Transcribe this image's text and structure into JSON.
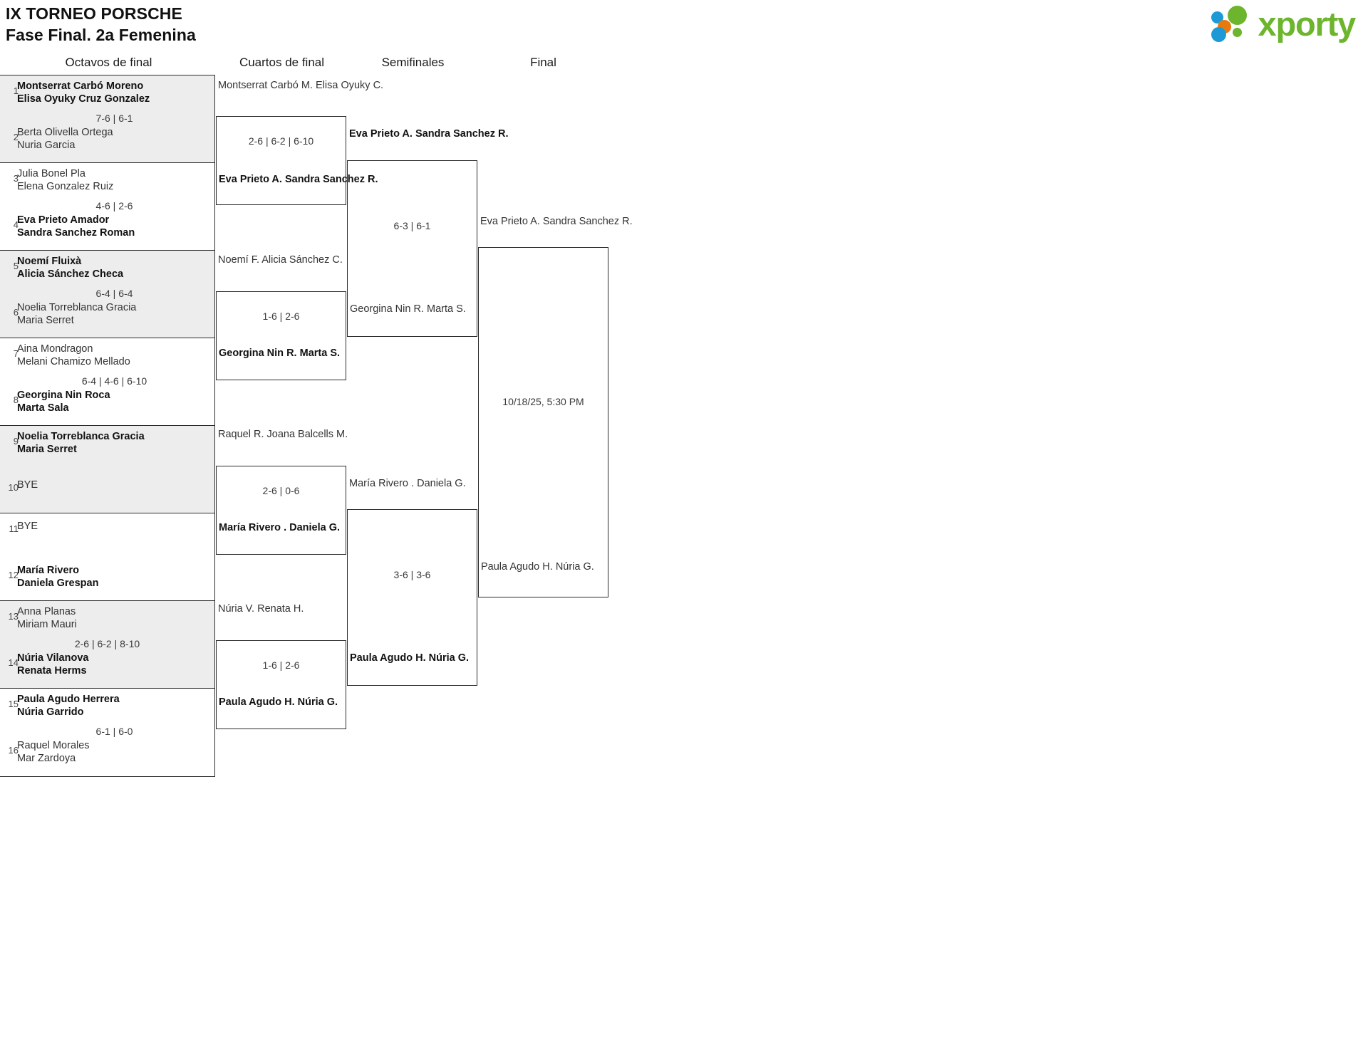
{
  "header": {
    "tournament": "IX TORNEO PORSCHE",
    "phase": "Fase Final. 2a Femenina",
    "logo_text": "xporty",
    "brand_green": "#6cb52d",
    "brand_blue": "#1d9ad6",
    "brand_orange": "#e8790d"
  },
  "rounds": [
    {
      "label": "Octavos de final"
    },
    {
      "label": "Cuartos de final"
    },
    {
      "label": "Semifinales"
    },
    {
      "label": "Final"
    }
  ],
  "round1": {
    "matches": [
      {
        "top": {
          "seed": "1",
          "line1": "Montserrat Carbó Moreno",
          "line2": "Elisa Oyuky Cruz Gonzalez",
          "winner": true
        },
        "bottom": {
          "seed": "2",
          "line1": "Berta Olivella Ortega",
          "line2": "Nuria Garcia",
          "winner": false
        },
        "score": "7-6 | 6-1"
      },
      {
        "top": {
          "seed": "3",
          "line1": "Julia Bonel Pla",
          "line2": "Elena Gonzalez Ruiz",
          "winner": false
        },
        "bottom": {
          "seed": "4",
          "line1": "Eva Prieto Amador",
          "line2": "Sandra Sanchez Roman",
          "winner": true
        },
        "score": "4-6 | 2-6"
      },
      {
        "top": {
          "seed": "5",
          "line1": "Noemí Fluixà",
          "line2": "Alicia Sánchez Checa",
          "winner": true
        },
        "bottom": {
          "seed": "6",
          "line1": "Noelia Torreblanca Gracia",
          "line2": "Maria Serret",
          "winner": false
        },
        "score": "6-4 | 6-4"
      },
      {
        "top": {
          "seed": "7",
          "line1": "Aina Mondragon",
          "line2": "Melani Chamizo Mellado",
          "winner": false
        },
        "bottom": {
          "seed": "8",
          "line1": "Georgina Nin Roca",
          "line2": "Marta Sala",
          "winner": true
        },
        "score": "6-4 | 4-6 | 6-10"
      },
      {
        "top": {
          "seed": "9",
          "line1": "Noelia Torreblanca Gracia",
          "line2": "Maria Serret",
          "winner": true
        },
        "bottom": {
          "seed": "10",
          "bye": "BYE",
          "winner": false
        },
        "score": ""
      },
      {
        "top": {
          "seed": "11",
          "bye": "BYE",
          "winner": false
        },
        "bottom": {
          "seed": "12",
          "line1": "María Rivero",
          "line2": "Daniela Grespan",
          "winner": true
        },
        "score": ""
      },
      {
        "top": {
          "seed": "13",
          "line1": "Anna Planas",
          "line2": "Miriam Mauri",
          "winner": false
        },
        "bottom": {
          "seed": "14",
          "line1": "Núria Vilanova",
          "line2": "Renata Herms",
          "winner": true
        },
        "score": "2-6 | 6-2 | 8-10"
      },
      {
        "top": {
          "seed": "15",
          "line1": "Paula Agudo Herrera",
          "line2": "Núria Garrido",
          "winner": true
        },
        "bottom": {
          "seed": "16",
          "line1": "Raquel Morales",
          "line2": "Mar Zardoya",
          "winner": false
        },
        "score": "6-1 | 6-0"
      }
    ]
  },
  "round2": {
    "matches": [
      {
        "top": {
          "line1": "Montserrat Carbó M.",
          "line2": "Elisa Oyuky C.",
          "winner": false
        },
        "bottom": {
          "line1": "Eva Prieto A.",
          "line2": "Sandra Sanchez R.",
          "winner": true
        },
        "score": "2-6 | 6-2 | 6-10"
      },
      {
        "top": {
          "line1": "Noemí F.",
          "line2": "Alicia Sánchez C.",
          "winner": false
        },
        "bottom": {
          "line1": "Georgina Nin R.",
          "line2": "Marta S.",
          "winner": true
        },
        "score": "1-6 | 2-6"
      },
      {
        "top": {
          "line1": "Raquel R.",
          "line2": "Joana Balcells M.",
          "winner": false
        },
        "bottom": {
          "line1": "María Rivero .",
          "line2": "Daniela G.",
          "winner": true
        },
        "score": "2-6 | 0-6"
      },
      {
        "top": {
          "line1": "Núria V.",
          "line2": "Renata H.",
          "winner": false
        },
        "bottom": {
          "line1": "Paula Agudo H.",
          "line2": "Núria G.",
          "winner": true
        },
        "score": "1-6 | 2-6"
      }
    ]
  },
  "round3": {
    "matches": [
      {
        "top": {
          "line1": "Eva Prieto A.",
          "line2": "Sandra Sanchez R.",
          "winner": true
        },
        "bottom": {
          "line1": "Georgina Nin R.",
          "line2": "Marta S.",
          "winner": false
        },
        "score": "6-3 | 6-1"
      },
      {
        "top": {
          "line1": "María Rivero .",
          "line2": "Daniela G.",
          "winner": false
        },
        "bottom": {
          "line1": "Paula Agudo H.",
          "line2": "Núria G.",
          "winner": true
        },
        "score": "3-6 | 3-6"
      }
    ]
  },
  "round4": {
    "matches": [
      {
        "top": {
          "line1": "Eva Prieto A.",
          "line2": "Sandra Sanchez R.",
          "winner": false
        },
        "bottom": {
          "line1": "Paula Agudo H.",
          "line2": "Núria G.",
          "winner": false
        },
        "score": "10/18/25, 5:30 PM"
      }
    ]
  }
}
